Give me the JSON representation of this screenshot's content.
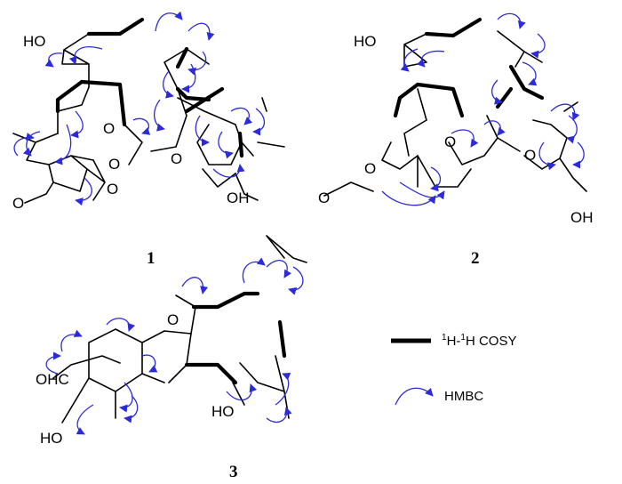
{
  "compounds": [
    {
      "id": "1",
      "labels": {
        "oh_top": "HO",
        "oh_bottom": "OH",
        "ketone_o": "O",
        "ring_o1": "O",
        "ring_o2": "O",
        "ring_o3": "O",
        "methoxy_o": "O"
      }
    },
    {
      "id": "2",
      "labels": {
        "oh_top": "HO",
        "oh_bottom": "OH",
        "lactone_o": "O",
        "carbonyl_o": "O",
        "ring_o1": "O",
        "ring_o2": "O"
      }
    },
    {
      "id": "3",
      "labels": {
        "cho": "OHC",
        "oh_phenol": "HO",
        "oh_side": "HO",
        "ring_o": "O"
      }
    }
  ],
  "legend": {
    "cosy": "1H-1H COSY",
    "cosy_parts": [
      "1",
      "H-",
      "1",
      "H COSY"
    ],
    "hmbc": "HMBC"
  },
  "colors": {
    "cosy": "#000000",
    "hmbc": "#2b2bd9",
    "bond": "#000000"
  }
}
